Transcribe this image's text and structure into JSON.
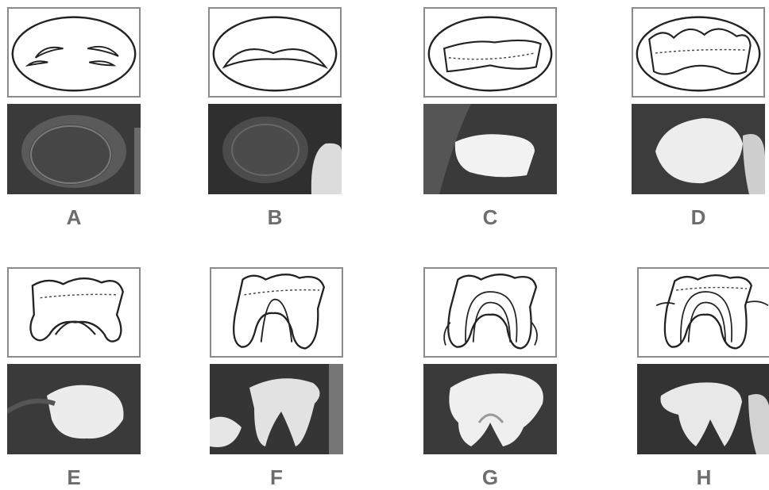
{
  "figure": {
    "stages": [
      {
        "label": "A",
        "sketch_icon": "tooth-crypt-early-cusps-sketch",
        "xray_icon": "xray-crypt-icon"
      },
      {
        "label": "B",
        "sketch_icon": "tooth-cusps-coalesced-sketch",
        "xray_icon": "xray-crypt-cusps-icon"
      },
      {
        "label": "C",
        "sketch_icon": "tooth-enamel-formation-sketch",
        "xray_icon": "xray-enamel-icon"
      },
      {
        "label": "D",
        "sketch_icon": "tooth-crown-complete-sketch",
        "xray_icon": "xray-crown-icon"
      },
      {
        "label": "E",
        "sketch_icon": "tooth-root-bifurcation-sketch",
        "xray_icon": "xray-bifurcation-icon"
      },
      {
        "label": "F",
        "sketch_icon": "tooth-root-length-sketch",
        "xray_icon": "xray-root-length-icon"
      },
      {
        "label": "G",
        "sketch_icon": "tooth-root-walls-parallel-sketch",
        "xray_icon": "xray-parallel-roots-icon"
      },
      {
        "label": "H",
        "sketch_icon": "tooth-apex-closed-sketch",
        "xray_icon": "xray-apex-closed-icon"
      }
    ],
    "colors": {
      "label_text": "#6d6d6d",
      "sketch_border": "#8a8a8a",
      "xray_dark": "#2c2c2c",
      "xray_bright": "#f2f2f2"
    }
  }
}
